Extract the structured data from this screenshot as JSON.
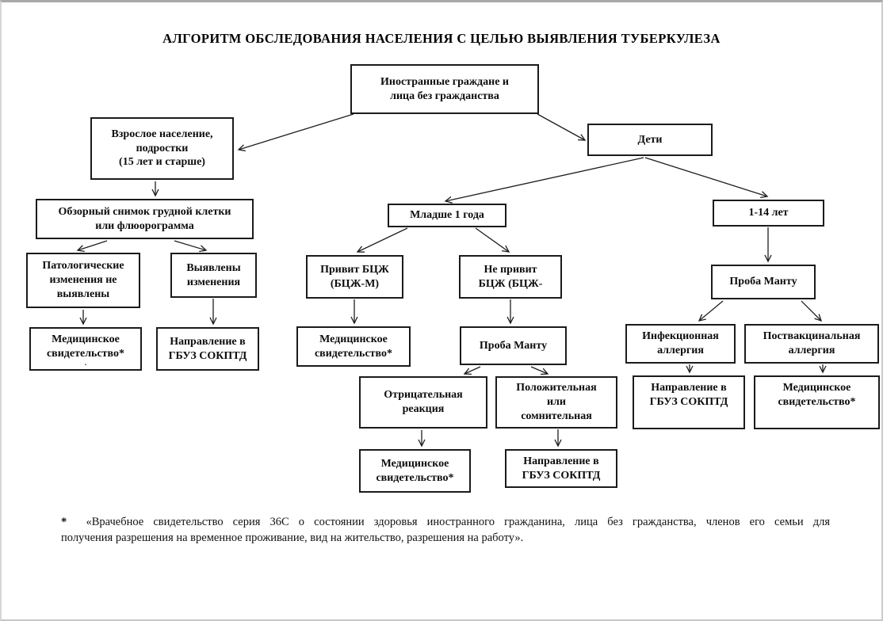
{
  "title": "АЛГОРИТМ ОБСЛЕДОВАНИЯ НАСЕЛЕНИЯ С ЦЕЛЬЮ ВЫЯВЛЕНИЯ ТУБЕРКУЛЕЗА",
  "nodes": {
    "foreign_citizens": "Иностранные граждане и\nлица без гражданства",
    "adults": "Взрослое население,\nподростки\n(15 лет и старше)",
    "children": "Дети",
    "chest_xray": "Обзорный снимок грудной клетки\nили флюорограмма",
    "under_one_year": "Младше 1 года",
    "age_1_14": "1-14 лет",
    "no_pathology": "Патологические\nизменения не\nвыявлены",
    "changes_found": "Выявлены\nизменения",
    "bcg_vaccinated": "Привит БЦЖ\n(БЦЖ-М)",
    "bcg_not_vaccinated": "Не привит\nБЦЖ (БЦЖ-",
    "mantoux_right": "Проба Манту",
    "mantoux_mid": "Проба Манту",
    "med_cert_left": "Медицинское\nсвидетельство*",
    "med_cert_left_dot": ".",
    "referral_left": "Направление в\nГБУЗ СОКПТД",
    "med_cert_mid": "Медицинское\nсвидетельство*",
    "infectious_allergy": "Инфекционная\nаллергия",
    "postvaccination_allergy": "Поствакцинальная\nаллергия",
    "negative_reaction": "Отрицательная\nреакция",
    "positive_doubtful": "Положительная\nили\nсомнительная",
    "med_cert_bottom": "Медицинское\nсвидетельство*",
    "referral_bottom": "Направление в\nГБУЗ СОКПТД",
    "referral_right": "Направление в\nГБУЗ СОКПТД",
    "med_cert_right": "Медицинское\nсвидетельство*"
  },
  "footnote": {
    "marker": "*",
    "line1": "«Врачебное свидетельство серия 36С о состоянии здоровья иностранного гражданина, лица без гражданства, членов его семьи для",
    "line2": "получения разрешения на временное проживание, вид на жительство, разрешения на работу»."
  },
  "colors": {
    "background": "#ffffff",
    "box_border": "#1b1b1b",
    "arrow_line": "#1e1e1e",
    "text": "#0d0d0d"
  }
}
